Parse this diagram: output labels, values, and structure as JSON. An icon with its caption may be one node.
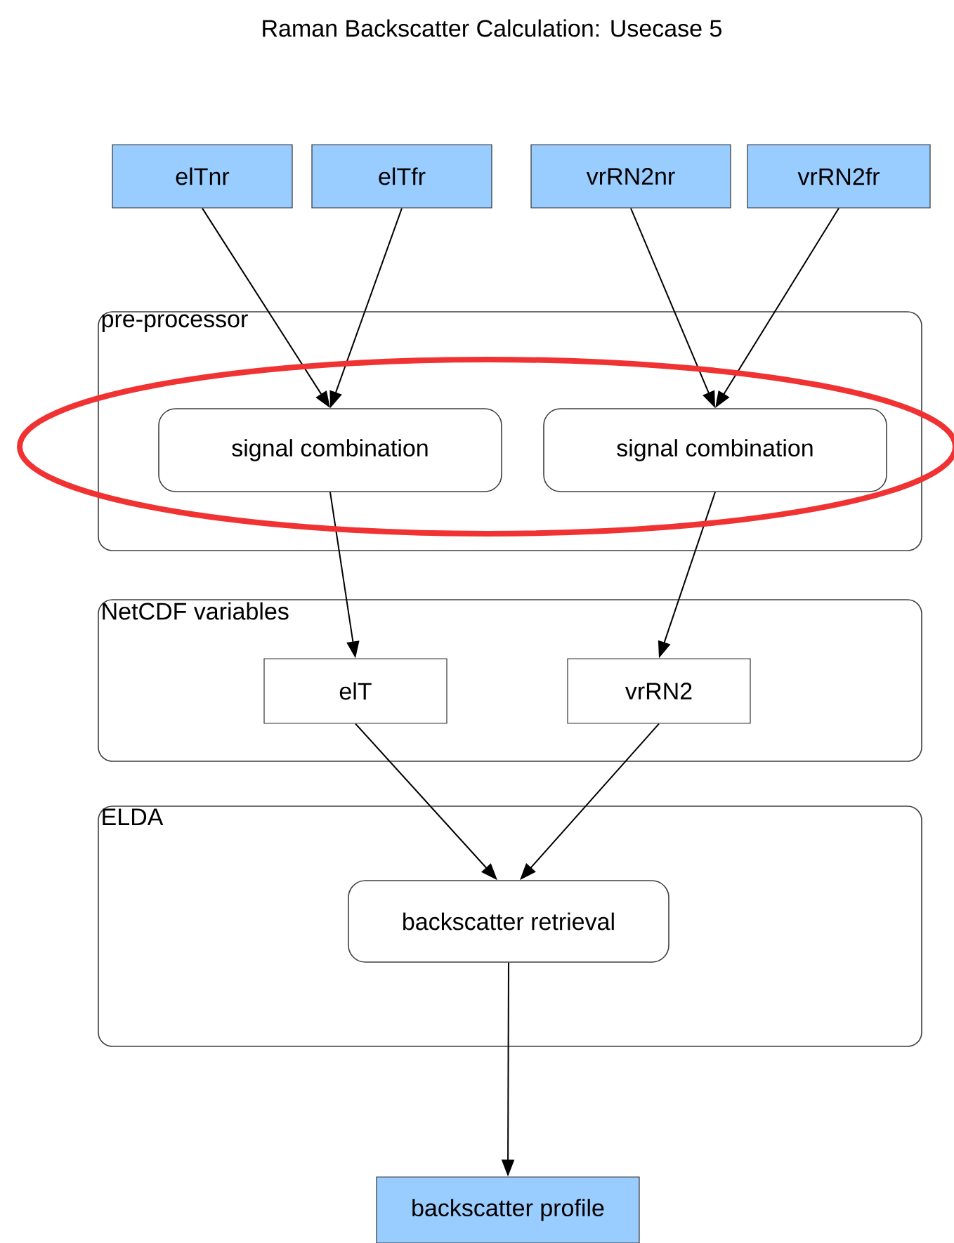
{
  "diagram": {
    "title": "Raman Backscatter Calculation: Usecase 5",
    "nodes": [
      {
        "text": [
          "elTnr"
        ]
      },
      {
        "text": [
          "elTfr"
        ]
      },
      {
        "text": [
          "vrRN2nr"
        ]
      },
      {
        "text": [
          "vrRN2fr"
        ]
      },
      {
        "text": [
          "pre-processor"
        ]
      },
      {
        "text": [
          "signal combination"
        ],
        "in": 4
      },
      {
        "text": [
          "signal combination"
        ],
        "in": 4
      },
      {
        "text": [
          "NetCDF variables"
        ]
      },
      {
        "text": [
          "elT"
        ],
        "in": 7
      },
      {
        "text": [
          "vrRN2"
        ],
        "in": 7
      },
      {
        "text": [
          "ELDA"
        ]
      },
      {
        "text": [
          "backscatter retrieval"
        ],
        "in": 10
      },
      {
        "text": [
          "backscatter profile"
        ]
      }
    ],
    "edges": [
      {
        "from": 0,
        "to": 5,
        "arrow": "to"
      },
      {
        "from": 1,
        "to": 5,
        "arrow": "to"
      },
      {
        "from": 2,
        "to": 6,
        "arrow": "to"
      },
      {
        "from": 3,
        "to": 6,
        "arrow": "to"
      },
      {
        "from": 5,
        "to": 8,
        "arrow": "to"
      },
      {
        "from": 6,
        "to": 9,
        "arrow": "to"
      },
      {
        "from": 8,
        "to": 11,
        "arrow": "to"
      },
      {
        "from": 9,
        "to": 11,
        "arrow": "to"
      },
      {
        "from": 11,
        "to": 12,
        "arrow": "to"
      }
    ]
  }
}
